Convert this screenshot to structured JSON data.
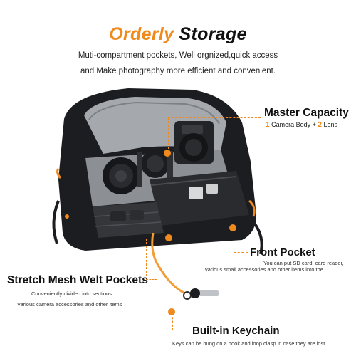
{
  "header": {
    "title_accent": "Orderly",
    "title_rest": "Storage",
    "subtitle_line1": "Muti-compartment pockets, Well orgnized,quick access",
    "subtitle_line2": "and Make photography more efficient and convenient."
  },
  "callouts": {
    "master_capacity": {
      "title": "Master Capacity",
      "body_count": "1",
      "body_item": "Camera Body +",
      "lens_count": "2",
      "lens_item": "Lens"
    },
    "front_pocket": {
      "title": "Front Pocket",
      "line1": "You can put SD card, card reader,",
      "line2": "various small accessories and other items into the"
    },
    "stretch_mesh": {
      "title": "Stretch Mesh Welt Pockets",
      "line1": "Conveniently divided into sections",
      "line2": "Various camera accessories and other items"
    },
    "keychain": {
      "title": "Built-in Keychain",
      "line1": "Keys can be hung on a hook and loop clasp in case they are lost"
    }
  },
  "colors": {
    "accent": "#f08a1c",
    "bag_body": "#1c1d20",
    "bag_lining": "#9a9ea3"
  }
}
